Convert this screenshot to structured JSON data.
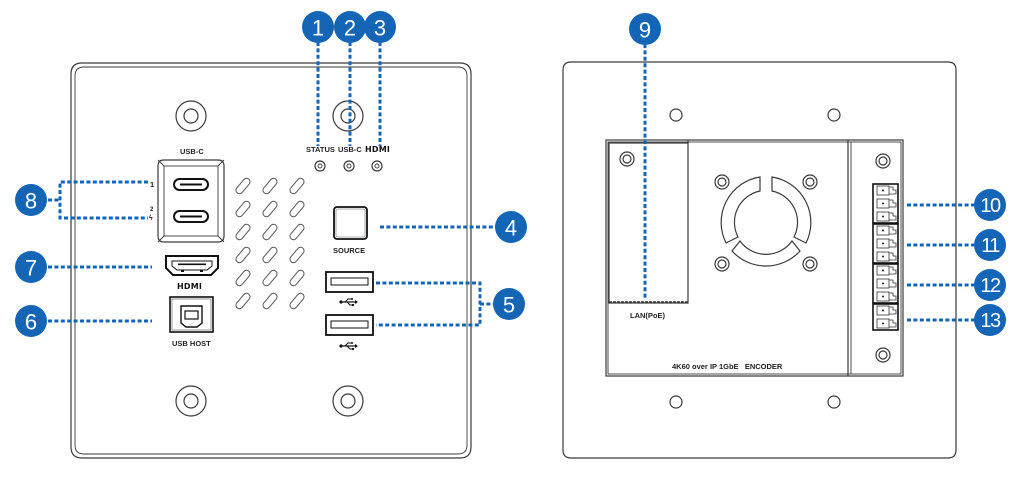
{
  "diagram": {
    "callout_color": "#1565b7",
    "front_panel": {
      "labels": {
        "usb_c_top": "USB-C",
        "status": "STATUS",
        "usb_c_led": "USB-C",
        "hdmi_led": "HDMI",
        "source": "SOURCE",
        "hdmi_port": "HDMI",
        "usb_host": "USB HOST",
        "usb_c_port_1": "1",
        "usb_c_port_2": "2",
        "usb_c_port_2_power": "ϟ"
      }
    },
    "rear_panel": {
      "labels": {
        "lan": "LAN(PoE)",
        "product": "4K60 over IP 1GbE   ENCODER"
      }
    },
    "callouts": [
      {
        "number": "1",
        "target": "STATUS LED"
      },
      {
        "number": "2",
        "target": "USB-C LED"
      },
      {
        "number": "3",
        "target": "HDMI LED"
      },
      {
        "number": "4",
        "target": "SOURCE button"
      },
      {
        "number": "5",
        "target": "USB-A ports"
      },
      {
        "number": "6",
        "target": "USB HOST port"
      },
      {
        "number": "7",
        "target": "HDMI port"
      },
      {
        "number": "8",
        "target": "USB-C ports"
      },
      {
        "number": "9",
        "target": "LAN(PoE) port"
      },
      {
        "number": "10",
        "target": "Terminal block 1"
      },
      {
        "number": "11",
        "target": "Terminal block 2"
      },
      {
        "number": "12",
        "target": "Terminal block 3"
      },
      {
        "number": "13",
        "target": "Terminal block 4"
      }
    ]
  }
}
